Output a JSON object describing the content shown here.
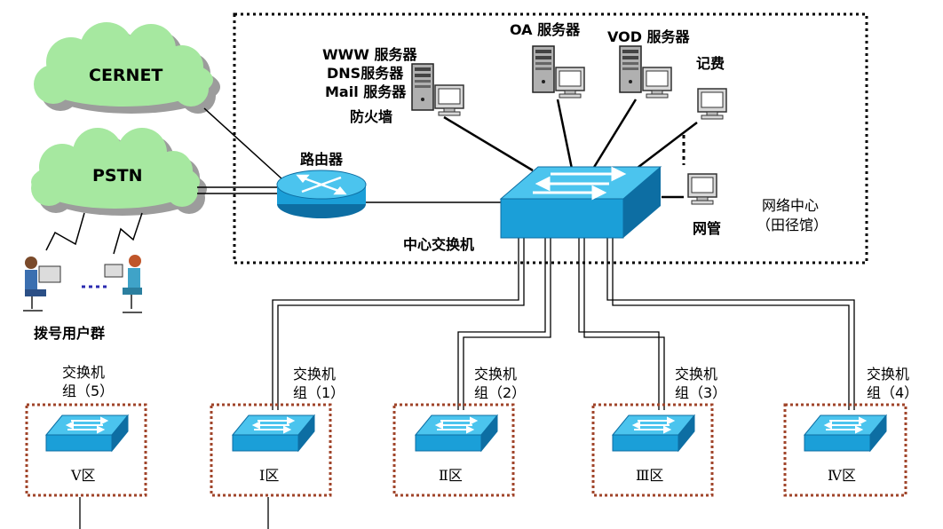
{
  "clouds": {
    "cernet": "CERNET",
    "pstn": "PSTN"
  },
  "dialup": {
    "label": "拨号用户群"
  },
  "router": {
    "label": "路由器"
  },
  "core_switch": {
    "label": "中心交换机"
  },
  "firewall": {
    "label": "防火墙"
  },
  "servers": {
    "www": "WWW 服务器",
    "dns": "DNS服务器",
    "mail": "Mail 服务器",
    "oa": "OA 服务器",
    "vod": "VOD 服务器"
  },
  "billing": {
    "label": "记费"
  },
  "netmgmt": {
    "label": "网管"
  },
  "center": {
    "line1": "网络中心",
    "line2": "（田径馆）"
  },
  "groups": [
    {
      "line1": "交换机",
      "line2": "组（5）",
      "zone": "Ⅴ区"
    },
    {
      "line1": "交换机",
      "line2": "组（1）",
      "zone": "Ⅰ区"
    },
    {
      "line1": "交换机",
      "line2": "组（2）",
      "zone": "Ⅱ区"
    },
    {
      "line1": "交换机",
      "line2": "组（3）",
      "zone": "Ⅲ区"
    },
    {
      "line1": "交换机",
      "line2": "组（4）",
      "zone": "Ⅳ区"
    }
  ],
  "colors": {
    "cloud": "#a6e8a0",
    "cloud_shadow": "#9c9c9c",
    "device_blue": "#1b9fd8",
    "device_blue_dark": "#0d6ea3",
    "device_blue_light": "#4bc4ee",
    "zone_border": "#a0442a"
  }
}
